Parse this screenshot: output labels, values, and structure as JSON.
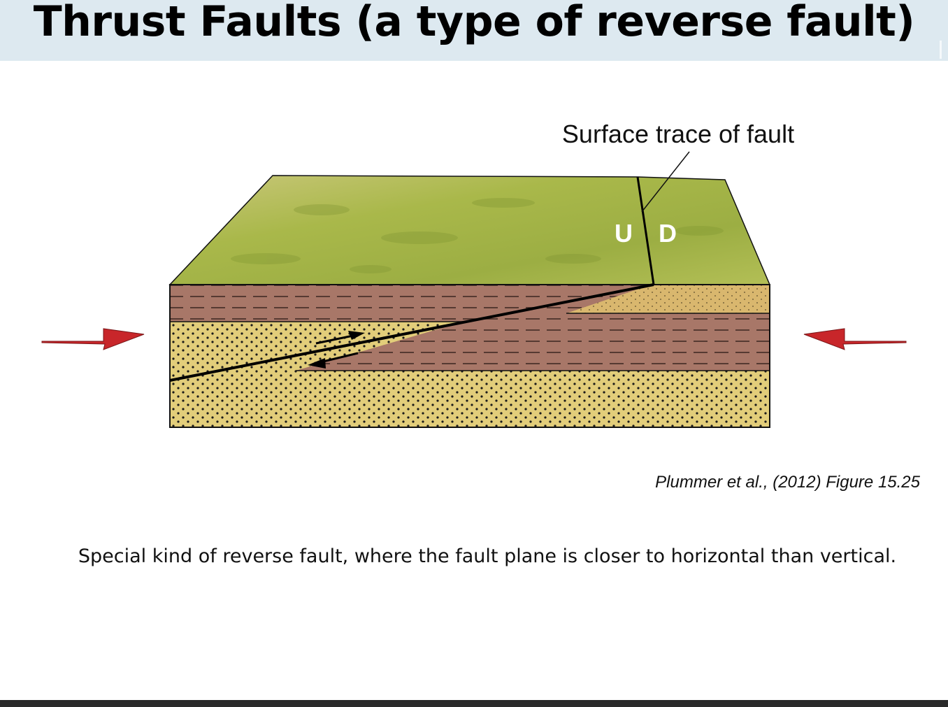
{
  "slide": {
    "title": "Thrust Faults (a type of reverse fault)",
    "citation": "Plummer et al., (2012) Figure 15.25",
    "caption": "Special kind of reverse fault, where the fault plane is closer to horizontal than vertical."
  },
  "diagram": {
    "fault_label": "Surface trace of fault",
    "up_label": "U",
    "down_label": "D",
    "colors": {
      "surface": "#a9b84a",
      "shale": "#a87768",
      "sandstone": "#e2cd7a",
      "arrow": "#c8262a",
      "outline": "#111111"
    }
  }
}
